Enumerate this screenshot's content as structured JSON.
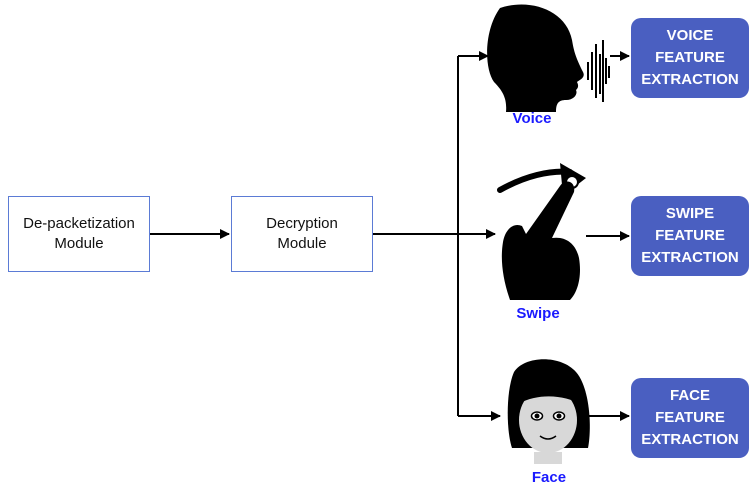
{
  "modules": {
    "depacket": {
      "line1": "De-packetization",
      "line2": "Module"
    },
    "decrypt": {
      "line1": "Decryption",
      "line2": "Module"
    }
  },
  "branches": {
    "voice": {
      "label": "Voice",
      "icon": "speaking-head-icon",
      "feature": [
        "VOICE",
        "FEATURE",
        "EXTRACTION"
      ]
    },
    "swipe": {
      "label": "Swipe",
      "icon": "swipe-hand-icon",
      "feature": [
        "SWIPE",
        "FEATURE",
        "EXTRACTION"
      ]
    },
    "face": {
      "label": "Face",
      "icon": "face-icon",
      "feature": [
        "FACE",
        "FEATURE",
        "EXTRACTION"
      ]
    }
  },
  "colors": {
    "box_border": "#5b7bd5",
    "feature_fill": "#4a5fc1",
    "label": "#1a1aff",
    "arrow": "#000000"
  }
}
